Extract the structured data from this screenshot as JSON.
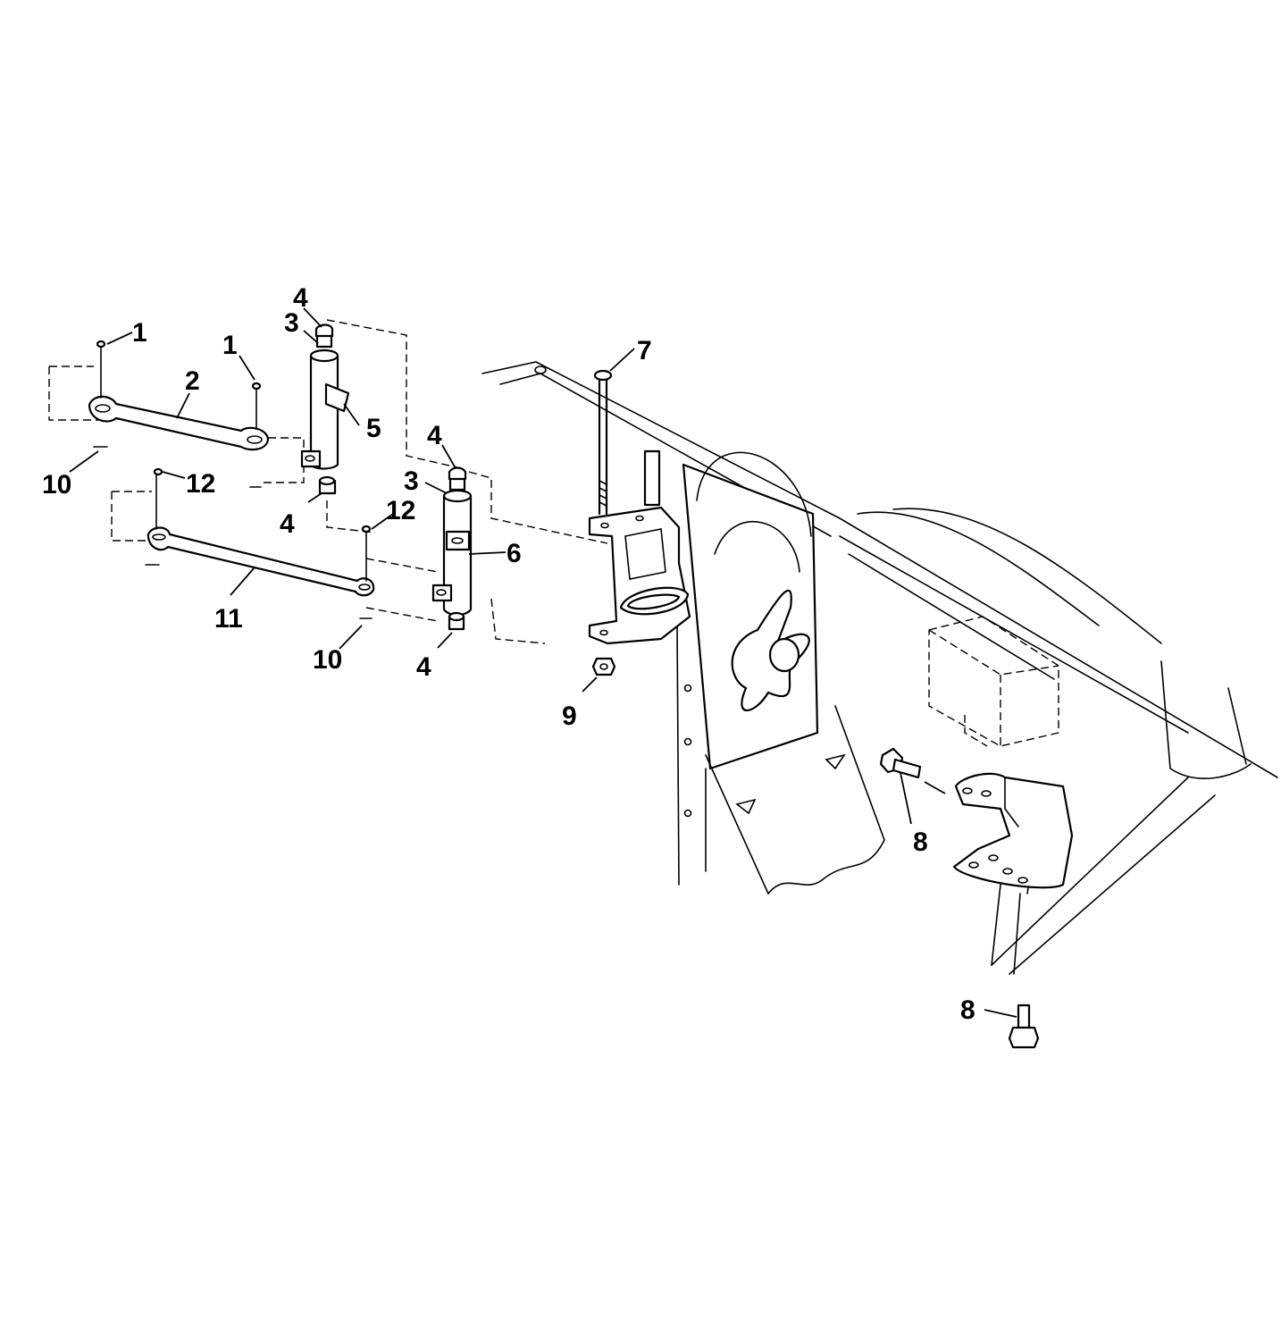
{
  "callouts": [
    {
      "id": "c1a",
      "label": "1"
    },
    {
      "id": "c1b",
      "label": "1"
    },
    {
      "id": "c2",
      "label": "2"
    },
    {
      "id": "c3a",
      "label": "3"
    },
    {
      "id": "c3b",
      "label": "3"
    },
    {
      "id": "c4a",
      "label": "4"
    },
    {
      "id": "c4b",
      "label": "4"
    },
    {
      "id": "c4c",
      "label": "4"
    },
    {
      "id": "c4d",
      "label": "4"
    },
    {
      "id": "c5",
      "label": "5"
    },
    {
      "id": "c6",
      "label": "6"
    },
    {
      "id": "c7",
      "label": "7"
    },
    {
      "id": "c8a",
      "label": "8"
    },
    {
      "id": "c8b",
      "label": "8"
    },
    {
      "id": "c9",
      "label": "9"
    },
    {
      "id": "c10a",
      "label": "10"
    },
    {
      "id": "c10b",
      "label": "10"
    },
    {
      "id": "c11",
      "label": "11"
    },
    {
      "id": "c12a",
      "label": "12"
    },
    {
      "id": "c12b",
      "label": "12"
    }
  ]
}
